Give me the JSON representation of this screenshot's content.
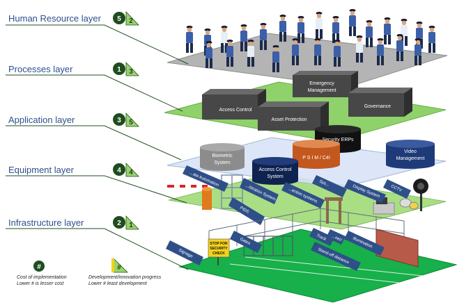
{
  "layers": [
    {
      "label": "Human Resource layer",
      "cost": "5",
      "progress": "2"
    },
    {
      "label": "Processes layer",
      "cost": "1",
      "progress": "3"
    },
    {
      "label": "Application layer",
      "cost": "3",
      "progress": "5"
    },
    {
      "label": "Equipment layer",
      "cost": "4",
      "progress": "4"
    },
    {
      "label": "Infrastructure layer",
      "cost": "2",
      "progress": "1"
    }
  ],
  "processes": {
    "access_control": "Access Control",
    "asset_protection": "Asset Protection",
    "emergency_line1": "Emergency",
    "emergency_line2": "Management",
    "governance": "Governance"
  },
  "applications": {
    "biometric_line1": "Biometric",
    "biometric_line2": "System",
    "security_erps": "Security ERPs",
    "psim": "P S I M / C4I",
    "access_line1": "Access Control",
    "access_line2": "System",
    "video_line1": "Video",
    "video_line2": "Management"
  },
  "equipment_tags": {
    "automation": "...ate Automation",
    "registration": "...istration System",
    "detection": "...ection systems",
    "display": "Display System",
    "cctv": "CCTV",
    "pids": "PIDS",
    "extra": "Sys..."
  },
  "infrastructure_tags": {
    "signage": "Signage",
    "gates": "Gates",
    "track": "Track",
    "fence": "...ner/",
    "illumination": "Illumination",
    "standoff": "Stand-off distance"
  },
  "stop_sign": {
    "line1": "STOP FOR",
    "line2": "SECURITY",
    "line3": "CHECK"
  },
  "legend": {
    "cost_symbol": "#",
    "cost_line1": "Cost of implementation",
    "cost_line2": "Lower # is lesser cost",
    "progress_symbol": "#",
    "progress_line1": "Development/innovation progress",
    "progress_line2": "Lower # least development"
  },
  "colors": {
    "badge_dark": "#1f4d1f",
    "badge_light": "#9bd36a",
    "label_blue": "#2d4f8c",
    "grass_green": "#8fd16a",
    "infra_green": "#17b04a",
    "grey_plane": "#b4b4b4",
    "app_plane": "#d6e2f7",
    "tag_blue": "#2f4f88"
  }
}
